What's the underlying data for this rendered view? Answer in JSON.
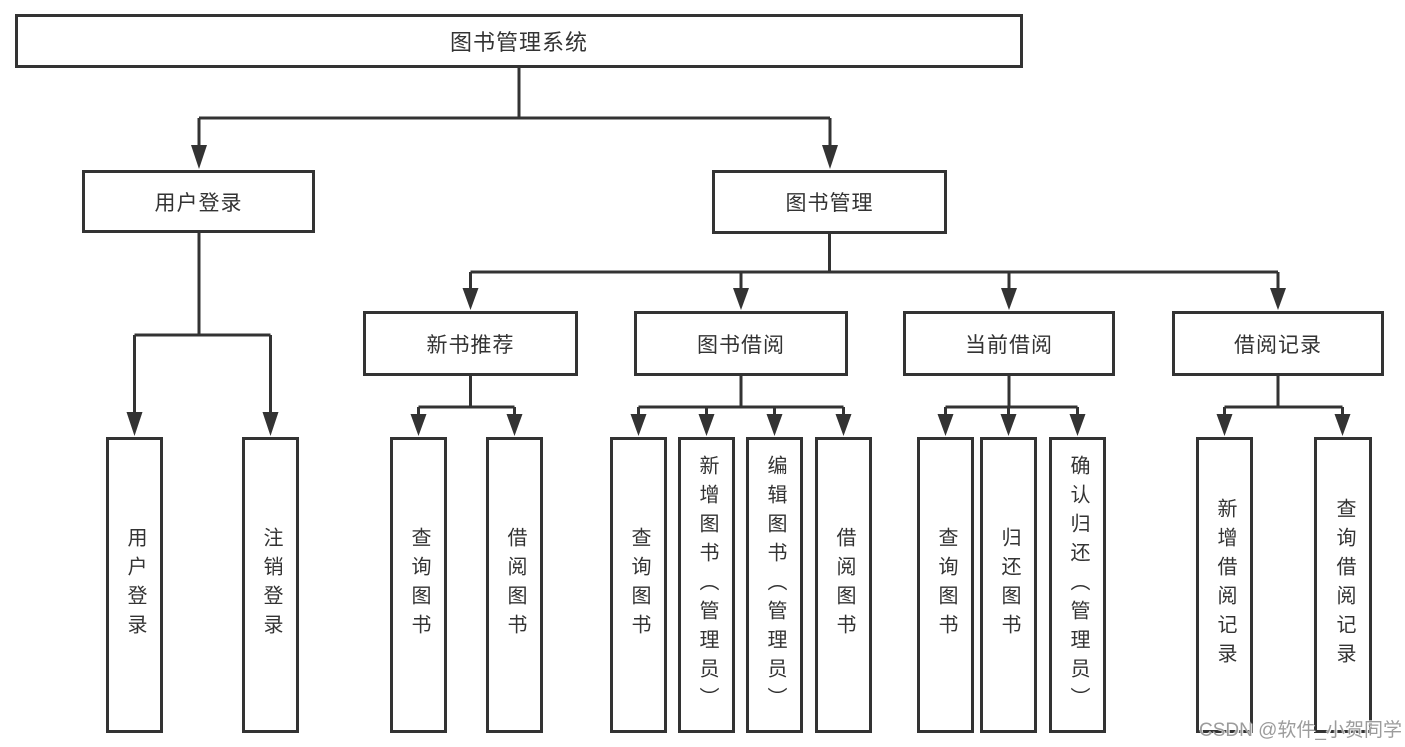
{
  "diagram": {
    "root": "图书管理系统",
    "level2": {
      "user_login": "用户登录",
      "book_mgmt": "图书管理"
    },
    "level3": {
      "new_books": "新书推荐",
      "book_borrow": "图书借阅",
      "current_borrow": "当前借阅",
      "borrow_records": "借阅记录"
    },
    "leaves": {
      "user": [
        "用户登录",
        "注销登录"
      ],
      "recommend": [
        "查询图书",
        "借阅图书"
      ],
      "borrow": [
        "查询图书",
        "新增图书（管理员）",
        "编辑图书（管理员）",
        "借阅图书"
      ],
      "current": [
        "查询图书",
        "归还图书",
        "确认归还（管理员）"
      ],
      "records": [
        "新增借阅记录",
        "查询借阅记录"
      ]
    }
  },
  "watermark": "CSDN @软件_小贺同学",
  "colors": {
    "line": "#333333",
    "text": "#333333",
    "background": "#ffffff",
    "watermark": "#9c9c9c"
  }
}
